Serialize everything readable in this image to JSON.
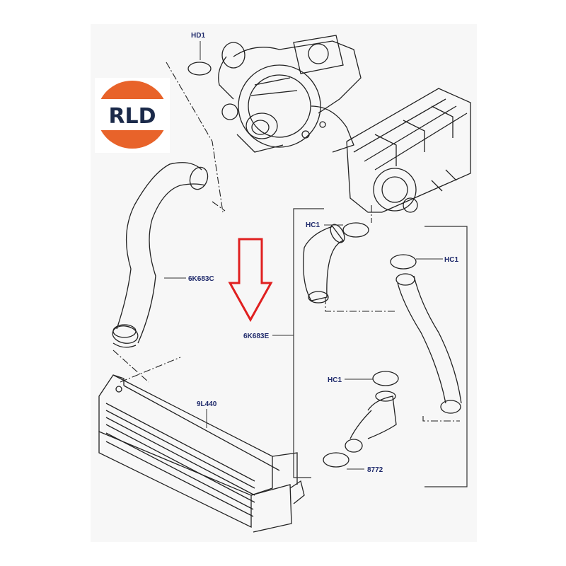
{
  "logo": {
    "text": "RLD",
    "ring_color": "#e8632a",
    "text_color": "#1b2a4a"
  },
  "callouts": {
    "hd1": "HD1",
    "k683c": "6K683C",
    "k683e": "6K683E",
    "l440": "9L440",
    "hc1_top": "HC1",
    "hc1_right": "HC1",
    "hc1_mid": "HC1",
    "n8772": "8772"
  },
  "colors": {
    "label": "#1f2a6b",
    "arrow": "#e02020",
    "line": "#222222",
    "paper": "#f7f7f7"
  }
}
